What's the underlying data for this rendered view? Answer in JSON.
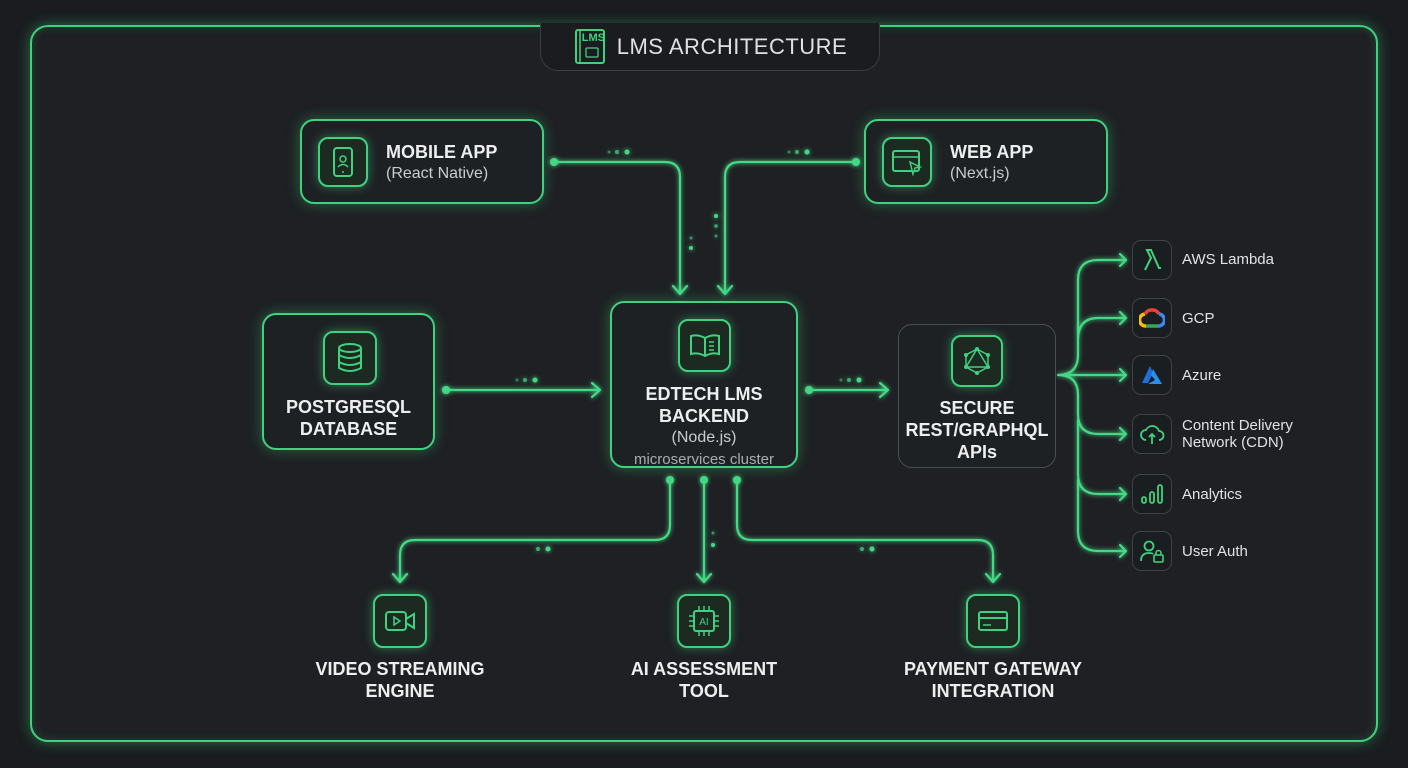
{
  "title": "LMS ARCHITECTURE",
  "title_icon_text": "LMS",
  "accent": "#3fd27e",
  "nodes": {
    "mobile": {
      "title": "MOBILE APP",
      "sub": "(React Native)",
      "icon": "smartphone-icon"
    },
    "web": {
      "title": "WEB APP",
      "sub": "(Next.js)",
      "icon": "browser-cursor-icon"
    },
    "database": {
      "title1": "POSTGRESQL",
      "title2": "DATABASE",
      "icon": "database-icon"
    },
    "backend": {
      "title1": "EDTECH LMS",
      "title2": "BACKEND",
      "sub": "(Node.js)",
      "sub2": "microservices cluster",
      "icon": "open-book-icon"
    },
    "apis": {
      "title1": "SECURE",
      "title2": "REST/GRAPHQL",
      "title3": "APIs",
      "icon": "graphql-icon"
    },
    "video": {
      "title1": "VIDEO STREAMING",
      "title2": "ENGINE",
      "icon": "video-camera-icon"
    },
    "ai": {
      "title1": "AI ASSESSMENT",
      "title2": "TOOL",
      "icon": "ai-chip-icon",
      "icon_text": "AI"
    },
    "payment": {
      "title1": "PAYMENT GATEWAY",
      "title2": "INTEGRATION",
      "icon": "credit-card-icon"
    }
  },
  "services": [
    {
      "label": "AWS Lambda",
      "icon": "lambda-icon"
    },
    {
      "label": "GCP",
      "icon": "google-cloud-icon"
    },
    {
      "label": "Azure",
      "icon": "azure-icon"
    },
    {
      "label": "Content Delivery",
      "label2": "Network (CDN)",
      "icon": "cloud-upload-icon"
    },
    {
      "label": "Analytics",
      "icon": "bar-chart-icon"
    },
    {
      "label": "User Auth",
      "icon": "user-lock-icon"
    }
  ]
}
